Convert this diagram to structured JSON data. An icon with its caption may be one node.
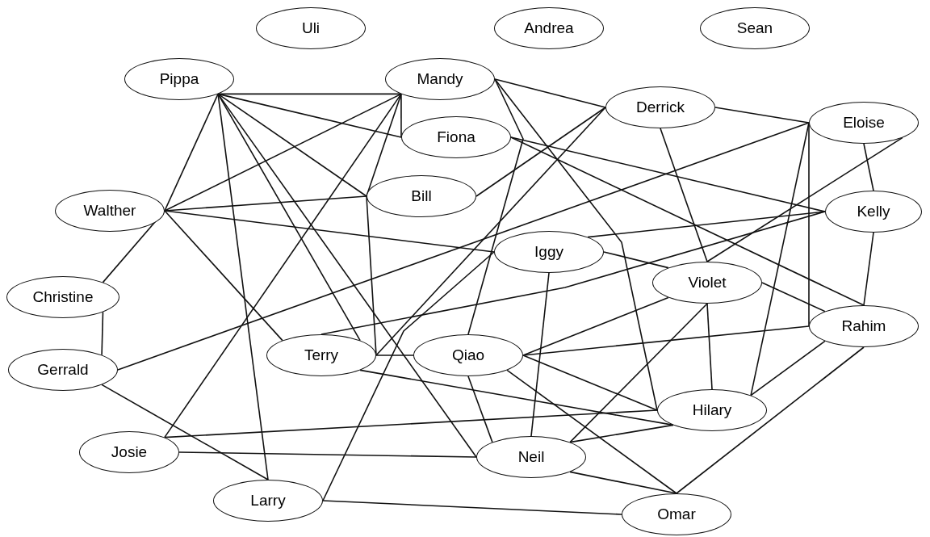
{
  "diagram": {
    "nodes": [
      {
        "text": [
          "Uli"
        ]
      },
      {
        "text": [
          "Andrea"
        ]
      },
      {
        "text": [
          "Sean"
        ]
      },
      {
        "text": [
          "Pippa"
        ]
      },
      {
        "text": [
          "Mandy"
        ]
      },
      {
        "text": [
          "Derrick"
        ]
      },
      {
        "text": [
          "Fiona"
        ]
      },
      {
        "text": [
          "Eloise"
        ]
      },
      {
        "text": [
          "Bill"
        ]
      },
      {
        "text": [
          "Walther"
        ]
      },
      {
        "text": [
          "Kelly"
        ]
      },
      {
        "text": [
          "Iggy"
        ]
      },
      {
        "text": [
          "Christine"
        ]
      },
      {
        "text": [
          "Violet"
        ]
      },
      {
        "text": [
          "Rahim"
        ]
      },
      {
        "text": [
          "Terry"
        ]
      },
      {
        "text": [
          "Qiao"
        ]
      },
      {
        "text": [
          "Gerrald"
        ]
      },
      {
        "text": [
          "Hilary"
        ]
      },
      {
        "text": [
          "Josie"
        ]
      },
      {
        "text": [
          "Neil"
        ]
      },
      {
        "text": [
          "Larry"
        ]
      },
      {
        "text": [
          "Omar"
        ]
      }
    ],
    "edges": [
      {
        "from": 3,
        "to": 4,
        "arrow": "none"
      },
      {
        "from": 3,
        "to": 6,
        "arrow": "none"
      },
      {
        "from": 3,
        "to": 8,
        "arrow": "none"
      },
      {
        "from": 3,
        "to": 9,
        "arrow": "none"
      },
      {
        "from": 3,
        "to": 21,
        "arrow": "none"
      },
      {
        "from": 3,
        "to": 15,
        "arrow": "none"
      },
      {
        "from": 3,
        "to": 20,
        "arrow": "none"
      },
      {
        "from": 4,
        "to": 9,
        "arrow": "none"
      },
      {
        "from": 4,
        "to": 19,
        "arrow": "none"
      },
      {
        "from": 4,
        "to": 8,
        "arrow": "none"
      },
      {
        "from": 4,
        "to": 6,
        "arrow": "none"
      },
      {
        "from": 4,
        "to": 16,
        "arrow": "none"
      },
      {
        "from": 4,
        "to": 18,
        "arrow": "none"
      },
      {
        "from": 4,
        "to": 5,
        "arrow": "none"
      },
      {
        "from": 5,
        "to": 8,
        "arrow": "none"
      },
      {
        "from": 5,
        "to": 15,
        "arrow": "none"
      },
      {
        "from": 5,
        "to": 7,
        "arrow": "none"
      },
      {
        "from": 5,
        "to": 13,
        "arrow": "none"
      },
      {
        "from": 6,
        "to": 10,
        "arrow": "none"
      },
      {
        "from": 6,
        "to": 14,
        "arrow": "none"
      },
      {
        "from": 7,
        "to": 10,
        "arrow": "none"
      },
      {
        "from": 7,
        "to": 14,
        "arrow": "none"
      },
      {
        "from": 7,
        "to": 18,
        "arrow": "none"
      },
      {
        "from": 7,
        "to": 17,
        "arrow": "none"
      },
      {
        "from": 7,
        "to": 13,
        "arrow": "none"
      },
      {
        "from": 10,
        "to": 14,
        "arrow": "none"
      },
      {
        "from": 10,
        "to": 11,
        "arrow": "none"
      },
      {
        "from": 10,
        "to": 15,
        "arrow": "none"
      },
      {
        "from": 11,
        "to": 9,
        "arrow": "none"
      },
      {
        "from": 11,
        "to": 13,
        "arrow": "none"
      },
      {
        "from": 11,
        "to": 20,
        "arrow": "none"
      },
      {
        "from": 11,
        "to": 21,
        "arrow": "none"
      },
      {
        "from": 9,
        "to": 8,
        "arrow": "none"
      },
      {
        "from": 9,
        "to": 15,
        "arrow": "none"
      },
      {
        "from": 9,
        "to": 12,
        "arrow": "none"
      },
      {
        "from": 8,
        "to": 15,
        "arrow": "none"
      },
      {
        "from": 12,
        "to": 17,
        "arrow": "none"
      },
      {
        "from": 15,
        "to": 16,
        "arrow": "none"
      },
      {
        "from": 15,
        "to": 18,
        "arrow": "none"
      },
      {
        "from": 16,
        "to": 13,
        "arrow": "none"
      },
      {
        "from": 16,
        "to": 14,
        "arrow": "none"
      },
      {
        "from": 16,
        "to": 18,
        "arrow": "none"
      },
      {
        "from": 16,
        "to": 20,
        "arrow": "none"
      },
      {
        "from": 16,
        "to": 22,
        "arrow": "none"
      },
      {
        "from": 18,
        "to": 19,
        "arrow": "none"
      },
      {
        "from": 18,
        "to": 20,
        "arrow": "none"
      },
      {
        "from": 18,
        "to": 13,
        "arrow": "none"
      },
      {
        "from": 18,
        "to": 14,
        "arrow": "none"
      },
      {
        "from": 20,
        "to": 19,
        "arrow": "none"
      },
      {
        "from": 20,
        "to": 13,
        "arrow": "none"
      },
      {
        "from": 20,
        "to": 22,
        "arrow": "none"
      },
      {
        "from": 22,
        "to": 21,
        "arrow": "none"
      },
      {
        "from": 22,
        "to": 14,
        "arrow": "none"
      },
      {
        "from": 13,
        "to": 14,
        "arrow": "none"
      },
      {
        "from": 17,
        "to": 21,
        "arrow": "none"
      }
    ]
  }
}
